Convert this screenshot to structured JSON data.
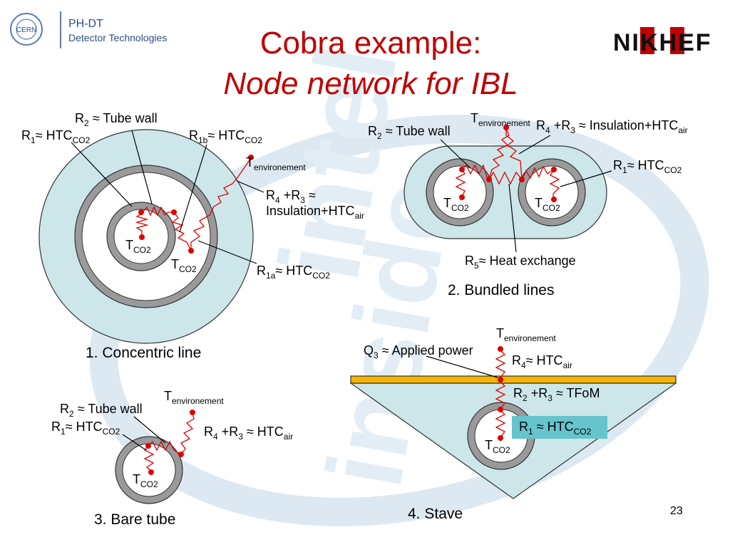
{
  "header": {
    "org_line1": "PH-DT",
    "org_line2": "Detector Technologies",
    "title_line1": "Cobra example:",
    "title_line2": "Node network for IBL",
    "logo_text": "NIKHEF",
    "cern_logo_text": "CERN"
  },
  "colors": {
    "title": "#c00000",
    "fill": "#cce6ea",
    "tube": "#9a9a9a",
    "stave": "#f5b400",
    "node": "#e00000",
    "watermark": "#dde9f2"
  },
  "watermark": {
    "words": [
      "intel",
      "inside"
    ]
  },
  "panels": {
    "concentric": {
      "caption": "1. Concentric line",
      "labels": {
        "r2": {
          "main": "R",
          "sub": "2",
          "tail": " ≈ Tube wall"
        },
        "r1": {
          "main": "R",
          "sub": "1",
          "mid": "≈ HTC",
          "sub2": "CO2"
        },
        "r1b": {
          "main": "R",
          "sub": "1b",
          "mid": "≈ HTC",
          "sub2": "CO2"
        },
        "tenv": {
          "main": "T",
          "sub": "environement"
        },
        "r43a": {
          "main": "R",
          "sub": "4",
          "mid": " +R",
          "sub2": "3",
          "tail": " ≈"
        },
        "r43b": {
          "main": "Insulation+HTC",
          "sub": "air"
        },
        "tco2_inner": {
          "main": "T",
          "sub": "CO2"
        },
        "tco2_outer": {
          "main": "T",
          "sub": "CO2"
        },
        "r1a": {
          "main": "R",
          "sub": "1a",
          "mid": "≈ HTC",
          "sub2": "CO2"
        }
      }
    },
    "bundled": {
      "caption": "2. Bundled lines",
      "labels": {
        "tenv": {
          "main": "T",
          "sub": "environement"
        },
        "r2": {
          "main": "R",
          "sub": "2",
          "tail": " ≈ Tube wall"
        },
        "r43": {
          "main": "R",
          "sub": "4",
          "mid": " +R",
          "sub2": "3",
          "tail": " ≈ Insulation+HTC",
          "sub3": "air"
        },
        "r1": {
          "main": "R",
          "sub": "1",
          "mid": "≈ HTC",
          "sub2": "CO2"
        },
        "tco2_left": {
          "main": "T",
          "sub": "CO2"
        },
        "tco2_right": {
          "main": "T",
          "sub": "CO2"
        },
        "r5": {
          "main": "R",
          "sub": "5",
          "tail": "≈ Heat exchange"
        }
      }
    },
    "bare": {
      "caption": "3. Bare tube",
      "labels": {
        "tenv": {
          "main": "T",
          "sub": "environement"
        },
        "r2": {
          "main": "R",
          "sub": "2",
          "tail": " ≈ Tube wall"
        },
        "r1": {
          "main": "R",
          "sub": "1",
          "mid": "≈ HTC",
          "sub2": "CO2"
        },
        "r43": {
          "main": "R",
          "sub": "4",
          "mid": " +R",
          "sub2": "3",
          "tail": " ≈ HTC",
          "sub3": "air"
        },
        "tco2": {
          "main": "T",
          "sub": "CO2"
        }
      }
    },
    "stave": {
      "caption": "4. Stave",
      "labels": {
        "tenv": {
          "main": "T",
          "sub": "environement"
        },
        "q3": {
          "main": "Q",
          "sub": "3",
          "tail": " ≈ Applied power"
        },
        "r4": {
          "main": "R",
          "sub": "4",
          "mid": "≈ HTC",
          "sub2": "air"
        },
        "r23": {
          "main": "R",
          "sub": "2",
          "mid": " +R",
          "sub2": "3",
          "tail": " ≈ TFoM"
        },
        "r1": {
          "main": "R",
          "sub": "1",
          "mid": " ≈ HTC",
          "sub2": "CO2"
        },
        "tco2": {
          "main": "T",
          "sub": "CO2"
        }
      }
    }
  },
  "footer": {
    "page_number": "23"
  }
}
